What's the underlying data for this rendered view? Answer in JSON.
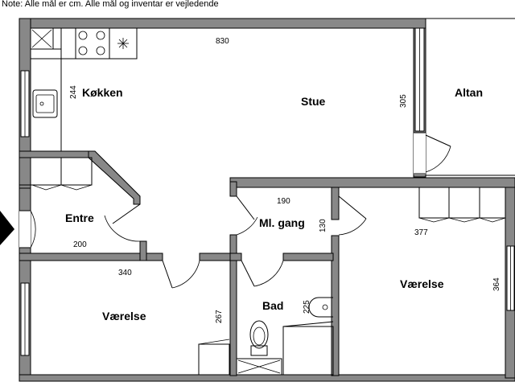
{
  "note": "Note: Alle mål er cm. Alle mål og inventar er vejledende",
  "rooms": {
    "kokken": "Køkken",
    "stue": "Stue",
    "altan": "Altan",
    "entre": "Entre",
    "gang": "Ml. gang",
    "vaerelse_left": "Værelse",
    "vaerelse_right": "Værelse",
    "bad": "Bad"
  },
  "dimensions": {
    "d830": "830",
    "d244": "244",
    "d305": "305",
    "d190": "190",
    "d130": "130",
    "d200": "200",
    "d377": "377",
    "d340": "340",
    "d364": "364",
    "d267": "267",
    "d225": "225"
  },
  "icons": [
    "entrance-arrow-icon",
    "stove-icon",
    "sink-icon",
    "toilet-icon",
    "washbasin-icon",
    "cabinet-x-icon"
  ]
}
